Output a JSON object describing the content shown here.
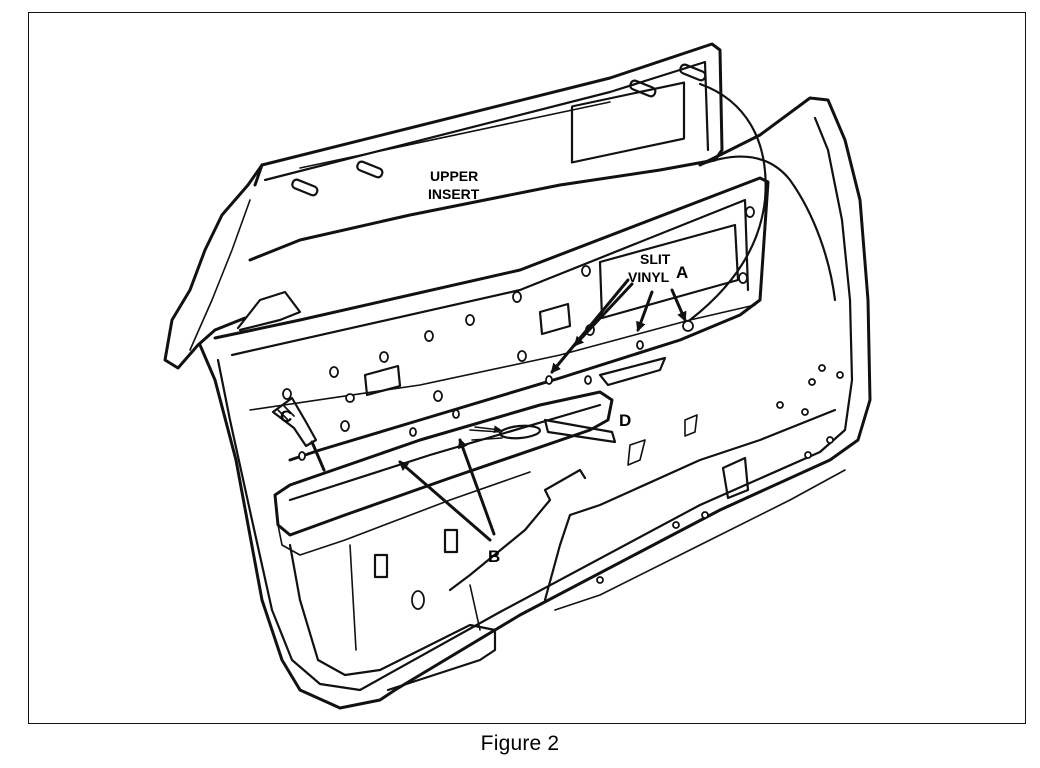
{
  "figure": {
    "caption": "Figure 2",
    "labels": {
      "upper_insert_line1": "UPPER",
      "upper_insert_line2": "INSERT",
      "slit_line1": "SLIT",
      "slit_line2": "VINYL",
      "a": "A",
      "b": "B",
      "c": "C",
      "d": "D"
    }
  }
}
